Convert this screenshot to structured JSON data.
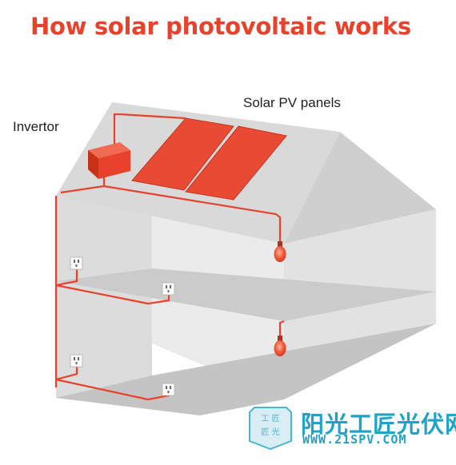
{
  "title": "How solar photovoltaic works",
  "labels": {
    "invertor": "Invertor",
    "pv_panels": "Solar PV panels"
  },
  "watermark": {
    "seal_text": "工 匠\n匠 光",
    "site_name": "阳光工匠光伏网",
    "url": "WWW.21SPV.COM"
  },
  "colors": {
    "accent": "#e8412c",
    "wire": "#e8412c",
    "watermark": "#1fa3c8"
  },
  "icons": [
    "inverter-box",
    "solar-panel",
    "power-outlet",
    "light-bulb",
    "watermark-seal"
  ]
}
